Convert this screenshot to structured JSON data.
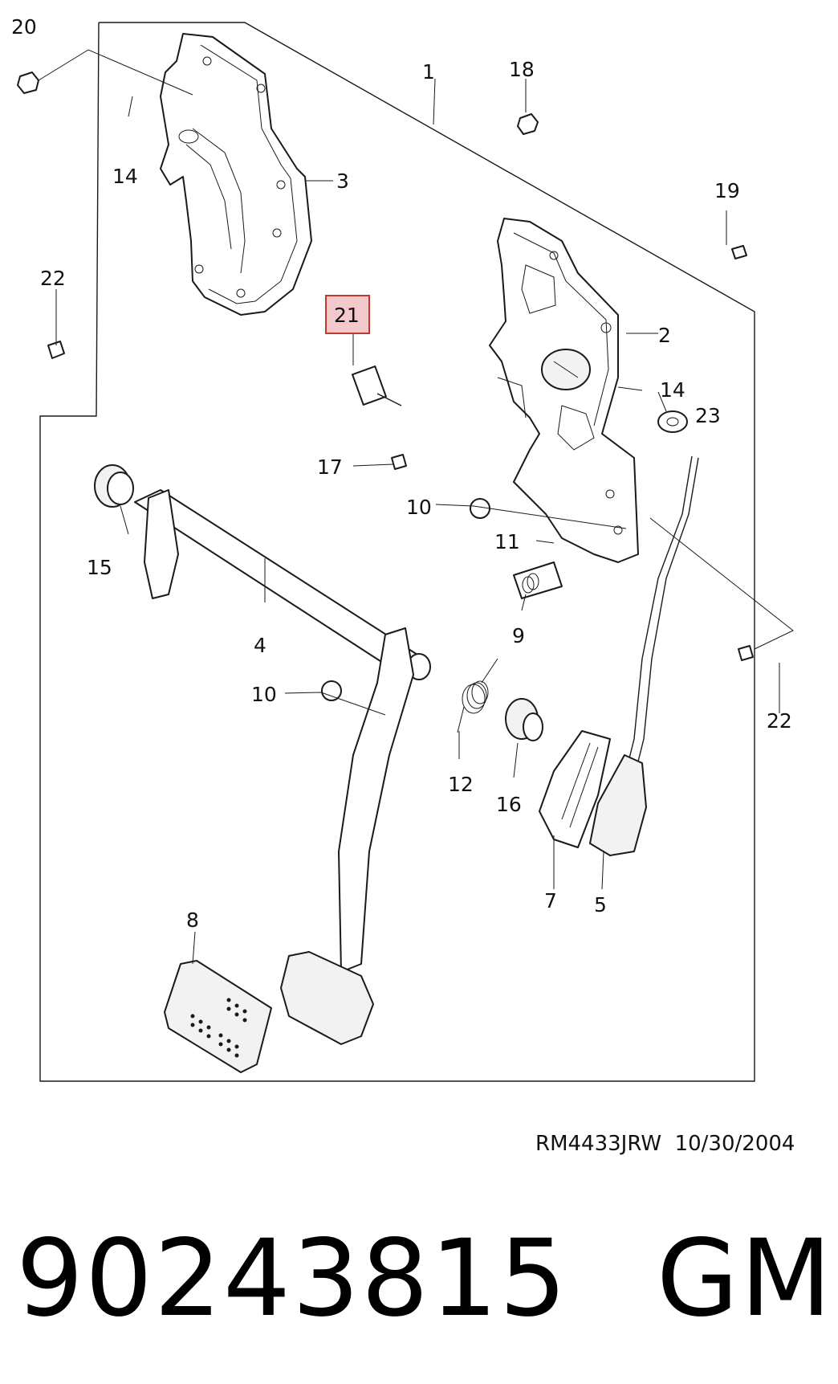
{
  "callouts": {
    "c1": "1",
    "c2": "2",
    "c3": "3",
    "c4": "4",
    "c5": "5",
    "c7": "7",
    "c8": "8",
    "c9": "9",
    "c10a": "10",
    "c10b": "10",
    "c11": "11",
    "c12": "12",
    "c14a": "14",
    "c14b": "14",
    "c15": "15",
    "c16": "16",
    "c17": "17",
    "c18": "18",
    "c19": "19",
    "c20": "20",
    "c21": "21",
    "c22a": "22",
    "c22b": "22",
    "c23": "23"
  },
  "highlight": {
    "callout": "21",
    "fill": "#f3c9cc",
    "border": "#c0392b"
  },
  "drawing_ref": "RM4433JRW  10/30/2004",
  "part_number": "90243815",
  "brand": "GM"
}
